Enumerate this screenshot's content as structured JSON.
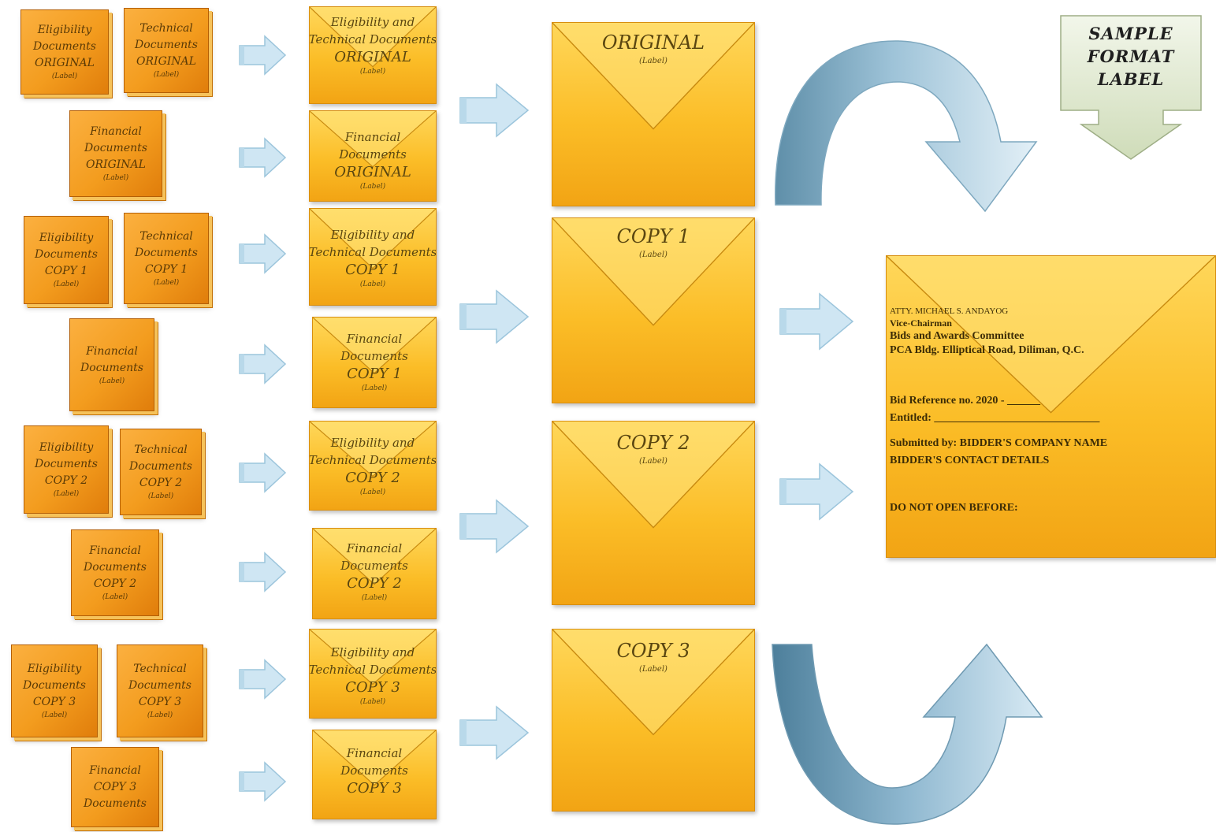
{
  "folders": {
    "g1_elig": [
      "Eligibility",
      "Documents",
      "ORIGINAL",
      "(Label)"
    ],
    "g1_tech": [
      "Technical",
      "Documents",
      "ORIGINAL",
      "(Label)"
    ],
    "g1_fin": [
      "Financial",
      "Documents",
      "ORIGINAL",
      "(Label)"
    ],
    "g2_elig": [
      "Eligibility",
      "Documents",
      "COPY 1",
      "(Label)"
    ],
    "g2_tech": [
      "Technical",
      "Documents",
      "COPY 1",
      "(Label)"
    ],
    "g2_fin": [
      "Financial",
      "Documents",
      "(Label)"
    ],
    "g3_elig": [
      "Eligibility",
      "Documents",
      "COPY 2",
      "(Label)"
    ],
    "g3_tech": [
      "Technical",
      "Documents",
      "COPY 2",
      "(Label)"
    ],
    "g3_fin": [
      "Financial",
      "Documents",
      "COPY 2",
      "(Label)"
    ],
    "g4_elig": [
      "Eligibility",
      "Documents",
      "COPY 3",
      "(Label)"
    ],
    "g4_tech": [
      "Technical",
      "Documents",
      "COPY 3",
      "(Label)"
    ],
    "g4_fin": [
      "Financial",
      "COPY 3",
      "Documents"
    ]
  },
  "mid_envelopes": {
    "e1": [
      "Eligibility and",
      "Technical Documents",
      "ORIGINAL",
      "(Label)"
    ],
    "e2": [
      "Financial",
      "Documents",
      "ORIGINAL",
      "(Label)"
    ],
    "e3": [
      "Eligibility and",
      "Technical Documents",
      "COPY 1",
      "(Label)"
    ],
    "e4": [
      "Financial",
      "Documents",
      "COPY 1",
      "(Label)"
    ],
    "e5": [
      "Eligibility and",
      "Technical Documents",
      "COPY 2",
      "(Label)"
    ],
    "e6": [
      "Financial",
      "Documents",
      "COPY 2",
      "(Label)"
    ],
    "e7": [
      "Eligibility and",
      "Technical Documents",
      "COPY 3",
      "(Label)"
    ],
    "e8": [
      "Financial",
      "Documents",
      "COPY 3"
    ]
  },
  "big_envelopes": {
    "b1": [
      "ORIGINAL",
      "(Label)"
    ],
    "b2": [
      "COPY 1",
      "(Label)"
    ],
    "b3": [
      "COPY 2",
      "(Label)"
    ],
    "b4": [
      "COPY 3",
      "(Label)"
    ]
  },
  "sample_label": [
    "SAMPLE",
    "FORMAT",
    "LABEL"
  ],
  "address_label": {
    "name": "ATTY. MICHAEL S. ANDAYOG",
    "title": "Vice-Chairman",
    "committee": "Bids and Awards Committee",
    "address": "PCA Bldg. Elliptical Road, Diliman, Q.C.",
    "bid_ref": "Bid Reference no. 2020 - ______",
    "entitled": "Entitled: ______________________________",
    "submitted_by": "Submitted by: BIDDER'S COMPANY NAME",
    "contact": "BIDDER'S CONTACT DETAILS",
    "do_not_open": "DO NOT OPEN BEFORE:"
  },
  "colors": {
    "folder_orange": "#f39c1e",
    "envelope_yellow": "#fbbd27",
    "arrow_light_blue": "#cfe6f3",
    "curved_arrow_blue": "#8fb8d0",
    "sample_label_green": "#dfe9cf"
  }
}
